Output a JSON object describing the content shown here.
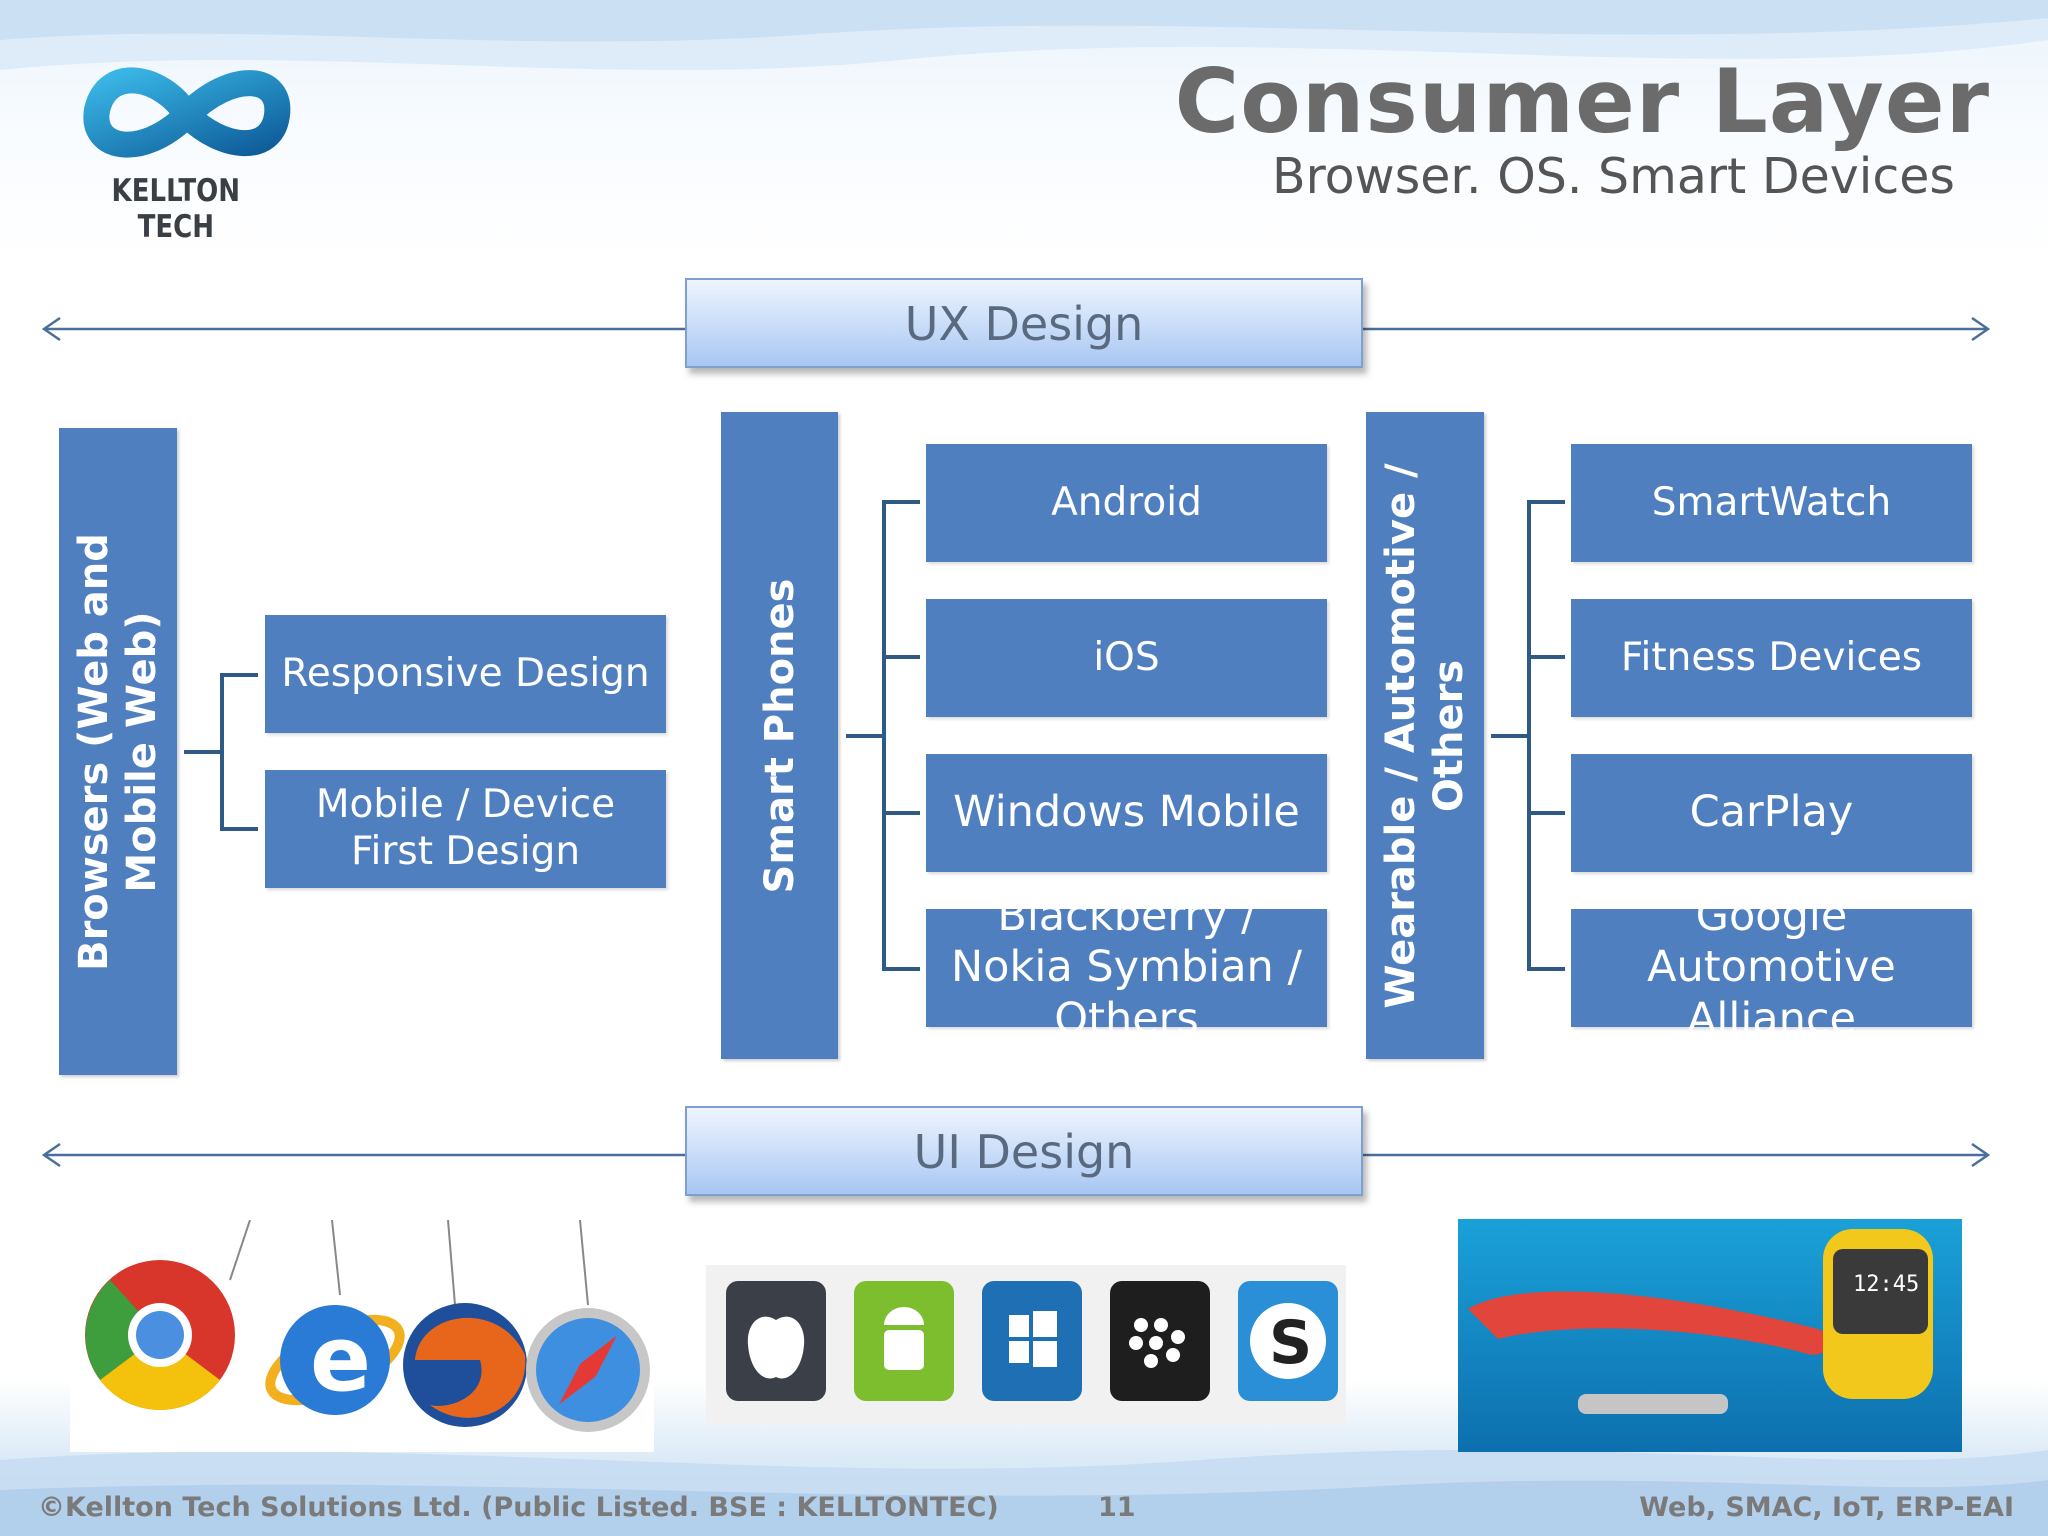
{
  "logo": {
    "text": "KELLTON TECH"
  },
  "header": {
    "title": "Consumer Layer",
    "subtitle": "Browser. OS. Smart Devices"
  },
  "banners": {
    "ux": "UX Design",
    "ui": "UI Design"
  },
  "columns": {
    "browsers": {
      "title": "Browsers (Web and Mobile Web)",
      "items": [
        "Responsive Design",
        "Mobile / Device First Design"
      ]
    },
    "phones": {
      "title": "Smart Phones",
      "items": [
        "Android",
        "iOS",
        "Windows Mobile",
        "Blackberry / Nokia Symbian / Others"
      ]
    },
    "wearables": {
      "title": "Wearable  / Automotive / Others",
      "items": [
        "SmartWatch",
        "Fitness Devices",
        "CarPlay",
        "Google Automotive Alliance"
      ]
    }
  },
  "footer": {
    "copyright": "©Kellton Tech Solutions Ltd. (Public Listed. BSE : KELLTONTEC)",
    "page": "11",
    "tagline": "Web, SMAC,  IoT, ERP-EAI"
  },
  "colors": {
    "box": "#4f7fbf",
    "connector": "#2f5a86",
    "title": "#6b6b6b"
  }
}
